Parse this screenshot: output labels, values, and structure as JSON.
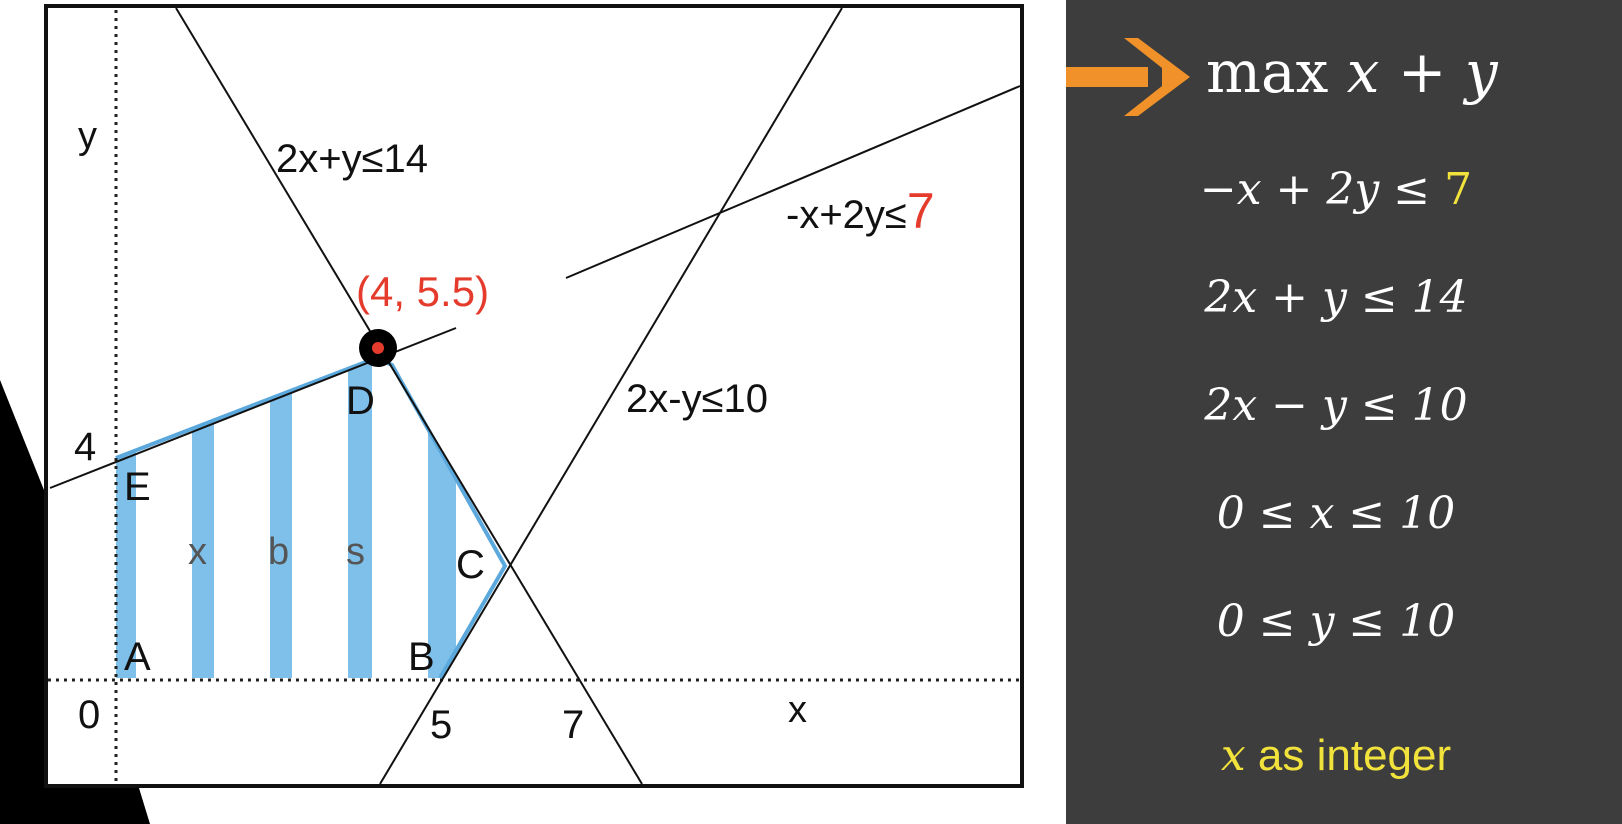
{
  "diagram": {
    "axis_y_label": "y",
    "axis_x_label": "x",
    "origin_label": "0",
    "tick_y_4": "4",
    "tick_x_5": "5",
    "tick_x_7": "7",
    "line_2x_plus_y": "2x+y≤14",
    "line_neg_x_plus_2y_prefix": "-x+2y≤",
    "line_neg_x_plus_2y_rhs": "7",
    "line_2x_minus_y": "2x-y≤10",
    "optimum_label": "(4, 5.5)",
    "vertex_labels": {
      "A": "A",
      "B": "B",
      "C": "C",
      "D": "D",
      "E": "E"
    },
    "stripe_letters": [
      "x",
      "b",
      "s"
    ],
    "colors": {
      "feasible_stripe": "#7ec0ea",
      "optimum": "#e53b2c",
      "rhs_highlight": "#e53b2c"
    }
  },
  "panel": {
    "objective": {
      "prefix": "max",
      "expr": "x + y"
    },
    "constraints": [
      {
        "lhs": "−x + 2y ≤ ",
        "rhs": "7",
        "rhs_highlight": true
      },
      {
        "lhs": "2x + y ≤ 14"
      },
      {
        "lhs": "2x − y ≤ 10"
      },
      {
        "lhs": "0 ≤ x ≤ 10"
      },
      {
        "lhs": "0 ≤ y ≤ 10"
      }
    ],
    "integer_note": {
      "var": "x",
      "text": " as integer"
    },
    "colors": {
      "background": "#3d3d3d",
      "arrow": "#f0912a",
      "highlight": "#f2e23c"
    }
  }
}
